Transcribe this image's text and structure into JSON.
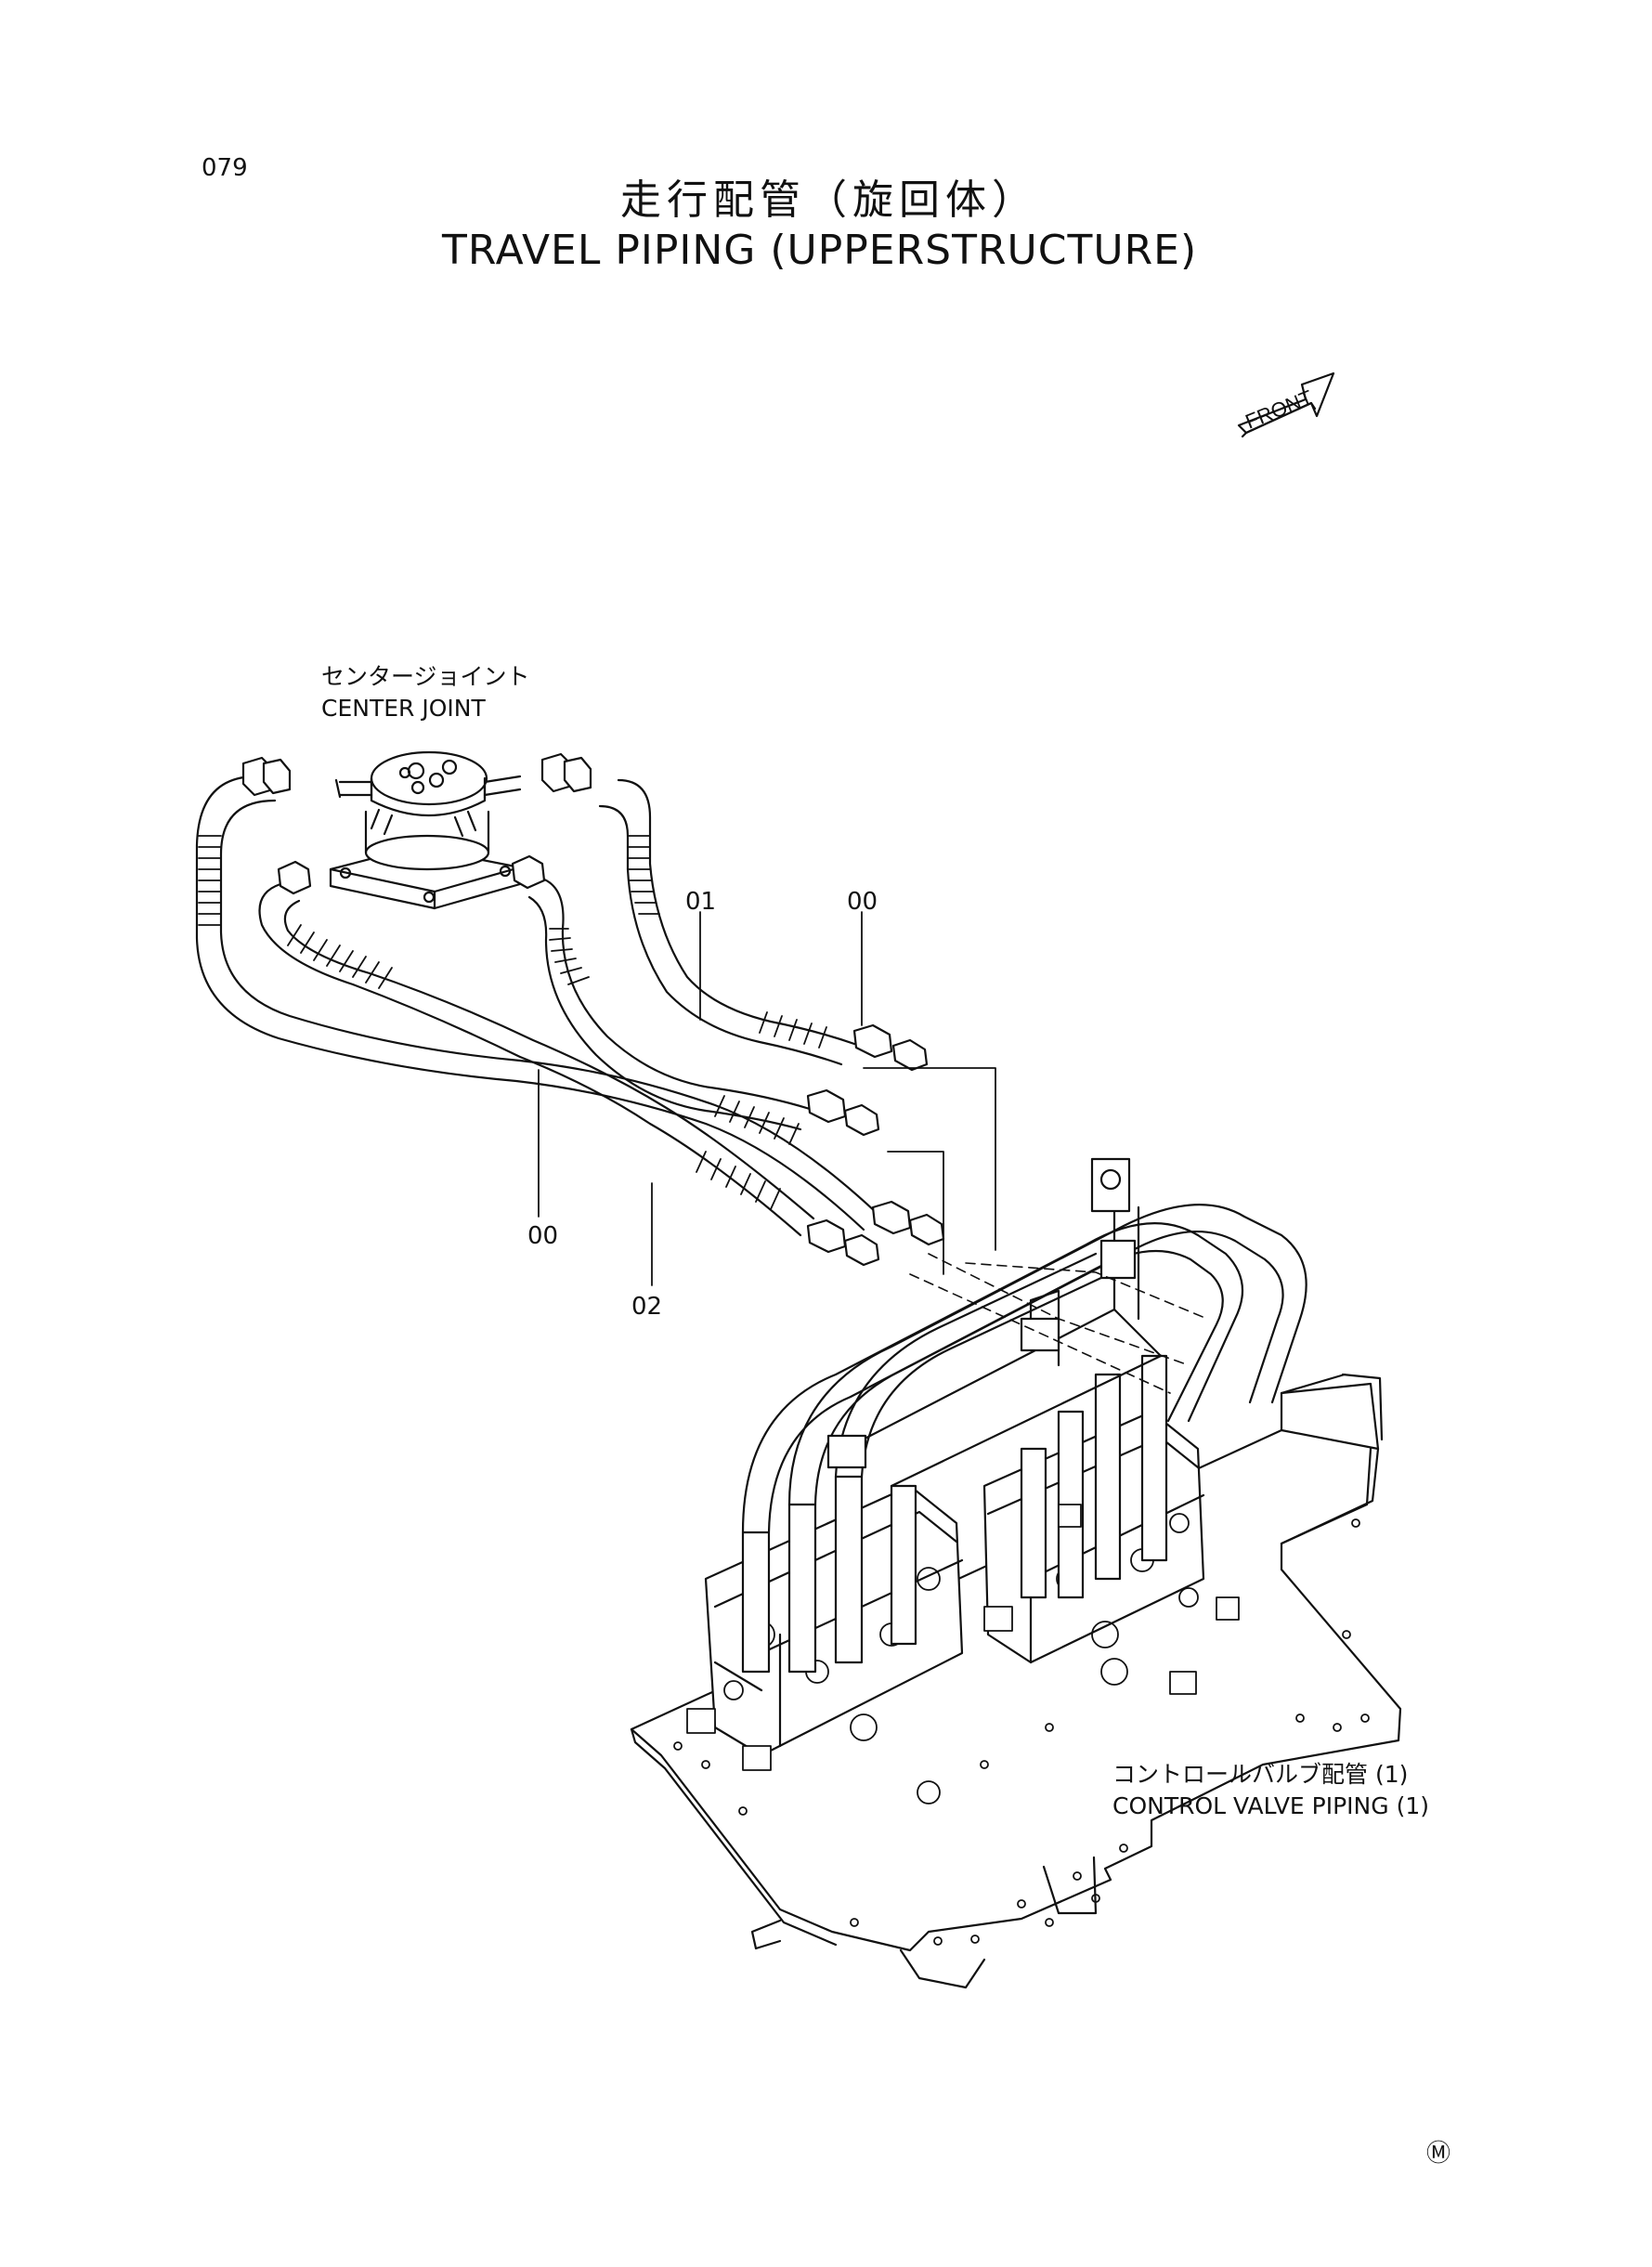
{
  "page": {
    "number": "079",
    "title_jp": "走行配管（旋回体）",
    "title_en": "TRAVEL PIPING (UPPERSTRUCTURE)"
  },
  "direction_marker": {
    "label": "FRONT"
  },
  "labels": {
    "center_joint_jp": "センタージョイント",
    "center_joint_en": "CENTER JOINT",
    "control_valve_jp": "コントロールバルブ配管 (1)",
    "control_valve_en": "CONTROL VALVE PIPING (1)"
  },
  "callouts": [
    {
      "id": "01"
    },
    {
      "id": "00"
    },
    {
      "id": "00"
    },
    {
      "id": "02"
    }
  ],
  "footer": {
    "mark": "Ⓜ"
  }
}
